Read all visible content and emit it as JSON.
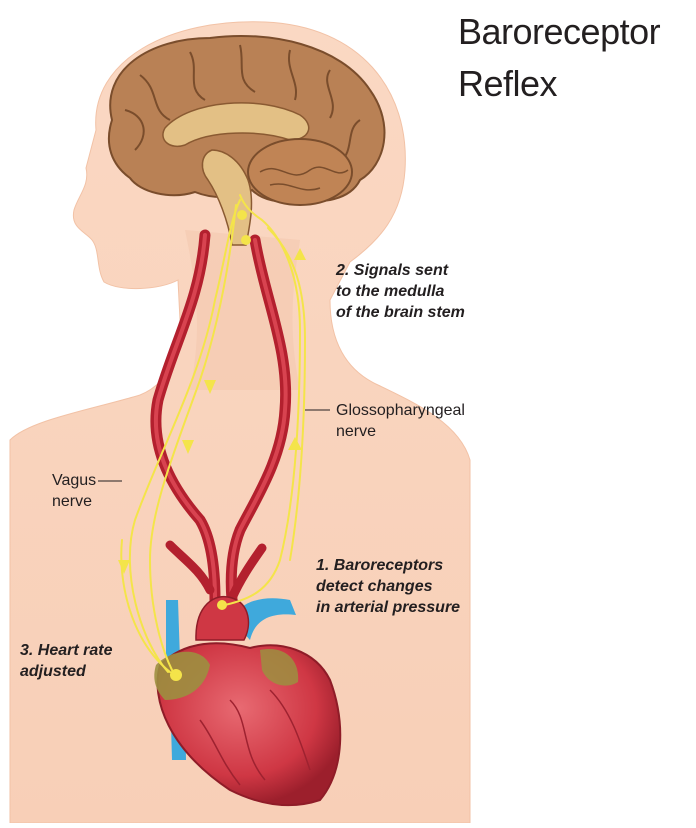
{
  "title": {
    "line1": "Baroreceptor",
    "line2": "Reflex"
  },
  "labels": {
    "signals": [
      "2. Signals sent",
      "to the medulla",
      "of the brain stem"
    ],
    "glossopharyngeal": [
      "Glossopharyngeal",
      "nerve"
    ],
    "vagus": [
      "Vagus",
      "nerve"
    ],
    "baroreceptors": [
      "1. Baroreceptors",
      "detect changes",
      "in arterial pressure"
    ],
    "heart_rate": [
      "3. Heart rate",
      "adjusted"
    ]
  },
  "colors": {
    "skin": "#f9d9c4",
    "brain": "#b98155",
    "brain_dark": "#7a4d2c",
    "artery": "#b3202e",
    "heart": "#d63c4a",
    "vein": "#3fa9dc",
    "nerve": "#f4e44a",
    "olive": "#9c8f3f"
  }
}
